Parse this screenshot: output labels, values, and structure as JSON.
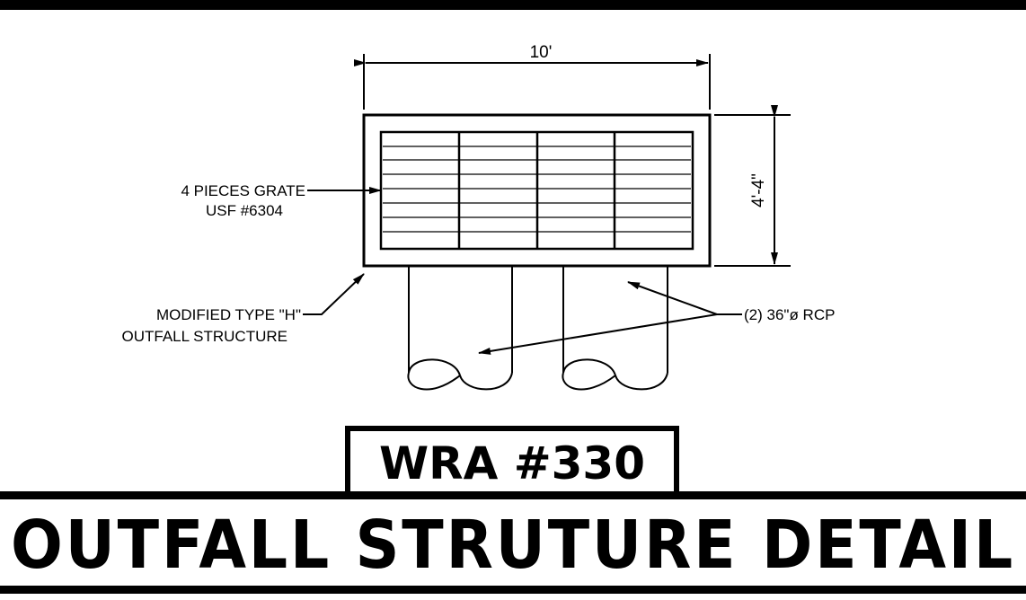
{
  "dimensions": {
    "width_label": "10'",
    "height_label": "4'-4\""
  },
  "callouts": {
    "grate_line1": "4 PIECES GRATE",
    "grate_line2": "USF #6304",
    "structure_line1": "MODIFIED TYPE \"H\"",
    "structure_line2": "OUTFALL STRUCTURE",
    "pipe": "(2) 36\"ø RCP"
  },
  "tag_label": "WRA #330",
  "title": "OUTFALL STRUTURE DETAIL",
  "colors": {
    "ink": "#000000",
    "paper": "#ffffff"
  }
}
